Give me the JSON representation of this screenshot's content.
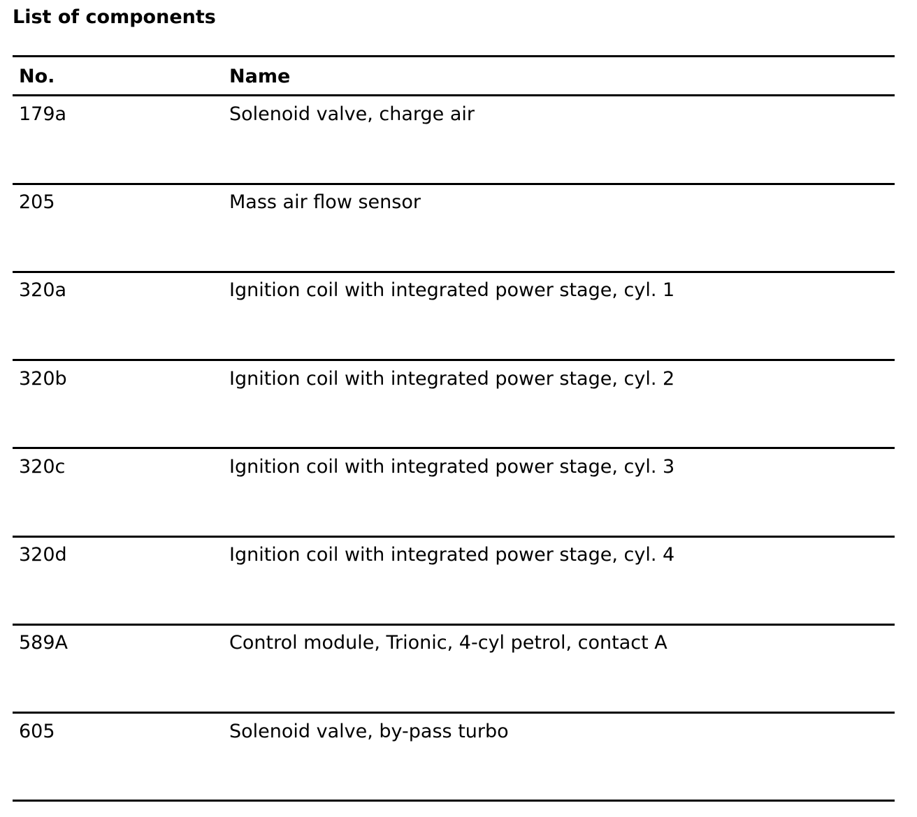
{
  "document": {
    "title": "List of components"
  },
  "table": {
    "columns": {
      "number": "No.",
      "name": "Name"
    },
    "rows": [
      {
        "number": "179a",
        "name": "Solenoid valve, charge air"
      },
      {
        "number": "205",
        "name": "Mass air flow sensor"
      },
      {
        "number": "320a",
        "name": "Ignition coil with integrated power stage, cyl. 1"
      },
      {
        "number": "320b",
        "name": "Ignition coil with integrated power stage, cyl. 2"
      },
      {
        "number": "320c",
        "name": "Ignition coil with integrated power stage, cyl. 3"
      },
      {
        "number": "320d",
        "name": "Ignition coil with integrated power stage, cyl. 4"
      },
      {
        "number": "589A",
        "name": "Control module, Trionic, 4-cyl petrol, contact A"
      },
      {
        "number": "605",
        "name": "Solenoid valve, by-pass turbo"
      }
    ]
  }
}
